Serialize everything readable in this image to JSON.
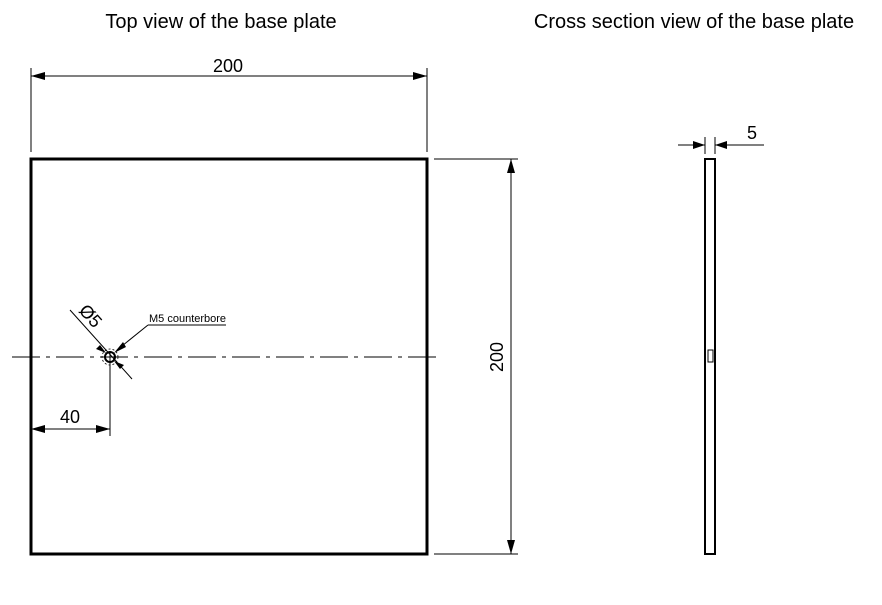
{
  "titles": {
    "top_view": "Top view of the base plate",
    "cross_section": "Cross section view of the base plate"
  },
  "dimensions": {
    "width": "200",
    "height": "200",
    "hole_offset": "40",
    "hole_diameter": "Ø5",
    "thickness": "5"
  },
  "annotations": {
    "counterbore": "M5 counterbore"
  }
}
